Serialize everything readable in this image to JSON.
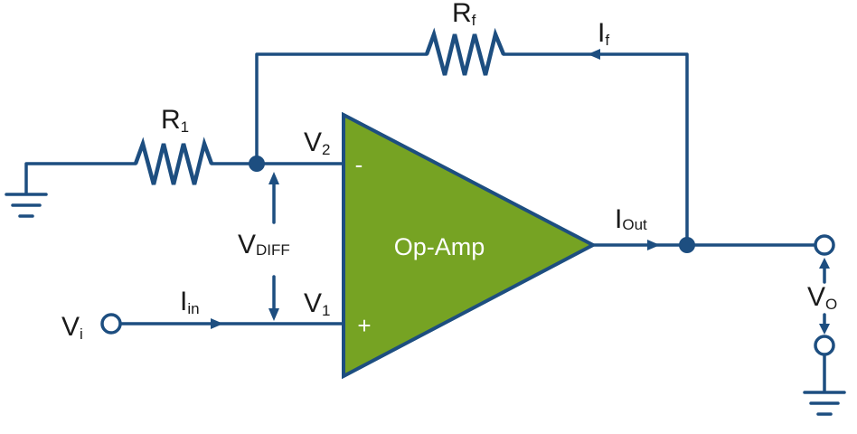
{
  "colors": {
    "wire": "#1d4e80",
    "amp_fill": "#76a323",
    "amp_stroke": "#1d4e80",
    "text": "#1a1a1a"
  },
  "labels": {
    "rf_main": "R",
    "rf_sub": "f",
    "if_main": "I",
    "if_sub": "f",
    "r1_main": "R",
    "r1_sub": "1",
    "v2_main": "V",
    "v2_sub": "2",
    "vdiff_main": "V",
    "vdiff_sub": "DIFF",
    "v1_main": "V",
    "v1_sub": "1",
    "iin_main": "I",
    "iin_sub": "in",
    "vi_main": "V",
    "vi_sub": "i",
    "iout_main": "I",
    "iout_sub": "Out",
    "vo_main": "V",
    "vo_sub": "O",
    "amp": "Op-Amp",
    "minus": "-",
    "plus": "+"
  }
}
